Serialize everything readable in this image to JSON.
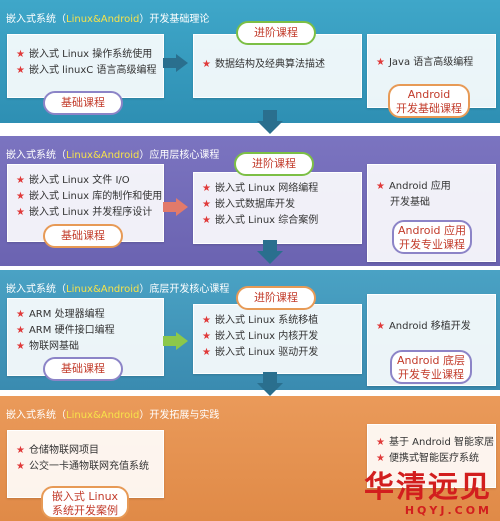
{
  "stages": [
    {
      "title_pre": "嵌入式系统（",
      "title_hl": "Linux&Android",
      "title_post": "）开发基础理论",
      "foundation_items": [
        "嵌入式 Linux 操作系统使用",
        "嵌入式 linuxC 语言高级编程"
      ],
      "foundation_label": "基础课程",
      "advanced_label": "进阶课程",
      "advanced_items": [
        "数据结构及经典算法描述"
      ],
      "android_items": [
        "Java 语言高级编程"
      ],
      "android_label_line1": "Android",
      "android_label_line2": "开发基础课程"
    },
    {
      "title_pre": "嵌入式系统（",
      "title_hl": "Linux&Android",
      "title_post": "）应用层核心课程",
      "foundation_items": [
        "嵌入式 Linux 文件 I/O",
        "嵌入式 Linux 库的制作和使用",
        "嵌入式 Linux 并发程序设计"
      ],
      "foundation_label": "基础课程",
      "advanced_label": "进阶课程",
      "advanced_items": [
        "嵌入式 Linux 网络编程",
        "嵌入式数据库开发",
        "嵌入式 Linux 综合案例"
      ],
      "android_items": [
        "Android 应用",
        "开发基础"
      ],
      "android_label_line1": "Android 应用",
      "android_label_line2": "开发专业课程"
    },
    {
      "title_pre": "嵌入式系统（",
      "title_hl": "Linux&Android",
      "title_post": "）底层开发核心课程",
      "foundation_items": [
        "ARM 处理器编程",
        "ARM 硬件接口编程",
        "物联网基础"
      ],
      "foundation_label": "基础课程",
      "advanced_label": "进阶课程",
      "advanced_items": [
        "嵌入式 Linux 系统移植",
        "嵌入式 Linux 内核开发",
        "嵌入式 Linux 驱动开发"
      ],
      "android_items": [
        "Android 移植开发"
      ],
      "android_label_line1": "Android 底层",
      "android_label_line2": "开发专业课程"
    },
    {
      "title_pre": "嵌入式系统（",
      "title_hl": "Linux&Android",
      "title_post": "）开发拓展与实践",
      "foundation_items": [
        "仓储物联网项目",
        "公交一卡通物联网充值系统"
      ],
      "foundation_label_line1": "嵌入式 Linux",
      "foundation_label_line2": "系统开发案例",
      "android_items": [
        "基于 Android 智能家居",
        "便携式智能医疗系统"
      ]
    }
  ],
  "watermark": {
    "main": "华清远见",
    "sub": "HQYJ.COM"
  },
  "colors": {
    "star": "#e03a3a",
    "highlight": "#f7e34a",
    "pill_text": "#c23b2a"
  }
}
